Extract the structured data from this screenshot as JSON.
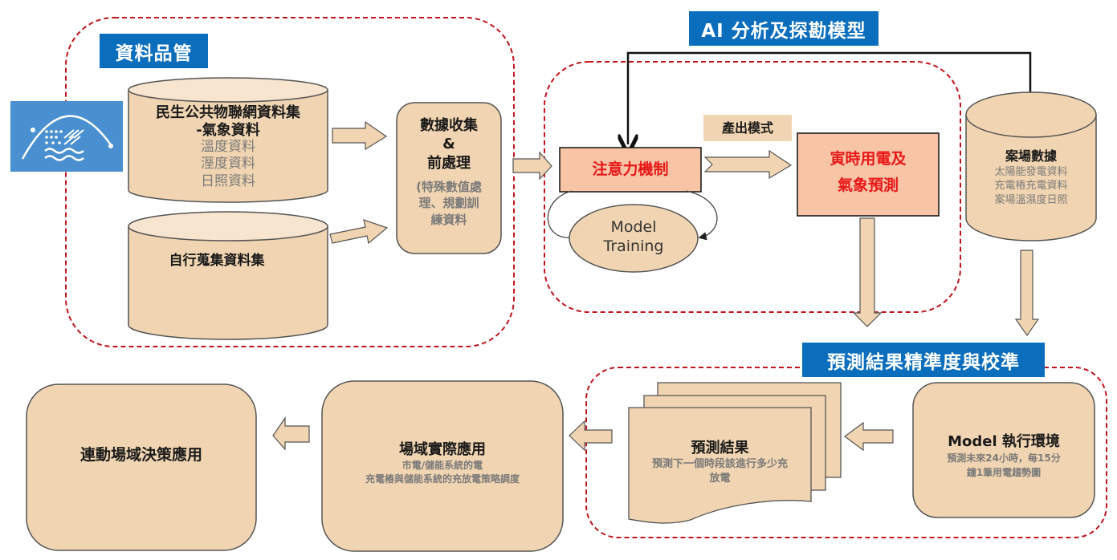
{
  "colors": {
    "badge_blue": "#0a6ebd",
    "icon_blue": "#4a90d0",
    "shape_fill": "#f1d5b2",
    "shape_fill_light": "#f7e5cf",
    "box_fill": "#f7c4a6",
    "dashed_red": "#c0141c",
    "text_red": "#e81818",
    "text_grey": "#7a7a7a"
  },
  "sections": {
    "data_quality": {
      "title": "資料品管"
    },
    "ai_model": {
      "title": "AI 分析及探勘模型"
    },
    "calibration": {
      "title": "預測結果精準度與校準"
    }
  },
  "data_quality": {
    "icon": "climate-data-icon",
    "iot_dataset": {
      "title_line1": "民生公共物聯網資料集",
      "title_line2": "-氣象資料",
      "items": [
        "溫度資料",
        "溼度資料",
        "日照資料"
      ]
    },
    "self_dataset": {
      "title": "自行蒐集資料集"
    },
    "preprocess": {
      "title_line1": "數據收集",
      "title_line2": "&",
      "title_line3": "前處理",
      "note_line1": "(特殊數值處",
      "note_line2": "理、規劃訓",
      "note_line3": "練資料"
    }
  },
  "ai_model": {
    "attention": "注意力機制",
    "training_line1": "Model",
    "training_line2": "Training",
    "output_mode": "產出模式",
    "prediction_line1": "寅時用電及",
    "prediction_line2": "氣象預測"
  },
  "site_data": {
    "title": "案場數據",
    "items": [
      "太陽能發電資料",
      "充電樁充電資料",
      "案場溫濕度日照"
    ]
  },
  "calibration": {
    "model_env": {
      "title": "Model 執行環境",
      "desc_line1": "預測未來24小時，每15分",
      "desc_line2": "鐘1筆用電趨勢圖"
    },
    "results": {
      "title": "預測結果",
      "desc_line1": "預測下一個時段該進行多少充",
      "desc_line2": "放電"
    }
  },
  "application": {
    "site_app": {
      "title": "場域實際應用",
      "desc_line1": "市電/儲能系統的電",
      "desc_line2": "充電樁與儲能系統的充放電策略調度"
    },
    "decision": {
      "title": "連動場域決策應用"
    }
  }
}
